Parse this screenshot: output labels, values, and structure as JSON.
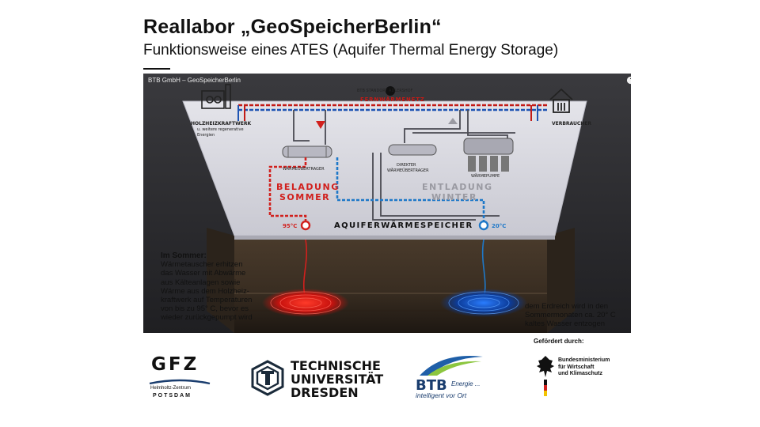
{
  "slide": {
    "title": "Reallabor „GeoSpeicherBerlin“",
    "subtitle": "Funktionsweise eines ATES (Aquifer Thermal Energy Storage)"
  },
  "video": {
    "channel_title": "BTB GmbH – GeoSpeicherBerlin",
    "icons": [
      "clock-icon",
      "share-icon"
    ]
  },
  "diagram": {
    "top_label": "BTB STANDORT ADLERSHOF",
    "grid_label": "FERNWÄRMENETZ",
    "source_title": "HOLZHEIZKRAFTWERK",
    "source_sub1": "u. weitere regenerative",
    "source_sub2": "Energien",
    "consumer_label": "VERBRAUCHER",
    "hx_left": "WÄRMEÜBERTRAGER",
    "hx_direct_1": "DIREKTER",
    "hx_direct_2": "WÄRMEÜBERTRAGER",
    "heatpump": "WÄRMEPUMPE",
    "charge_1": "BELADUNG",
    "charge_2": "SOMMER",
    "discharge_1": "ENTLADUNG",
    "discharge_2": "WINTER",
    "storage_label": "AQUIFERWÄRMESPEICHER",
    "temp_hot": "95°C",
    "temp_cold": "20°C",
    "colors": {
      "hot": "#d1201d",
      "cold": "#1e78c8",
      "plate": "#d9d9e1"
    }
  },
  "caption_left": {
    "heading": "Im Sommer:",
    "lines": [
      "Wärmetauscher erhitzen",
      "das Wasser mit Abwärme",
      "aus Kälteanlagen sowie",
      "Wärme aus dem Holzheiz-",
      "kraftwerk auf Temperaturen",
      "von bis zu 95° C, bevor es",
      "wieder zurückgepumpt wird"
    ]
  },
  "caption_right": {
    "lines": [
      "dem Erdreich wird in den",
      "Sommermonaten ca. 20° C",
      "kaltes Wasser entzogen"
    ]
  },
  "logos": {
    "gfz": {
      "word": "GFZ",
      "sub1": "Helmholtz-Zentrum",
      "sub2": "POTSDAM"
    },
    "tud": {
      "line1": "TECHNISCHE",
      "line2": "UNIVERSITÄT",
      "line3": "DRESDEN"
    },
    "btb": {
      "word": "BTB",
      "energie": "Energie ...",
      "tagline": "intelligent vor Ort"
    },
    "funding": {
      "heading": "Gefördert durch:",
      "line1": "Bundesministerium",
      "line2": "für Wirtschaft",
      "line3": "und Klimaschutz"
    }
  }
}
